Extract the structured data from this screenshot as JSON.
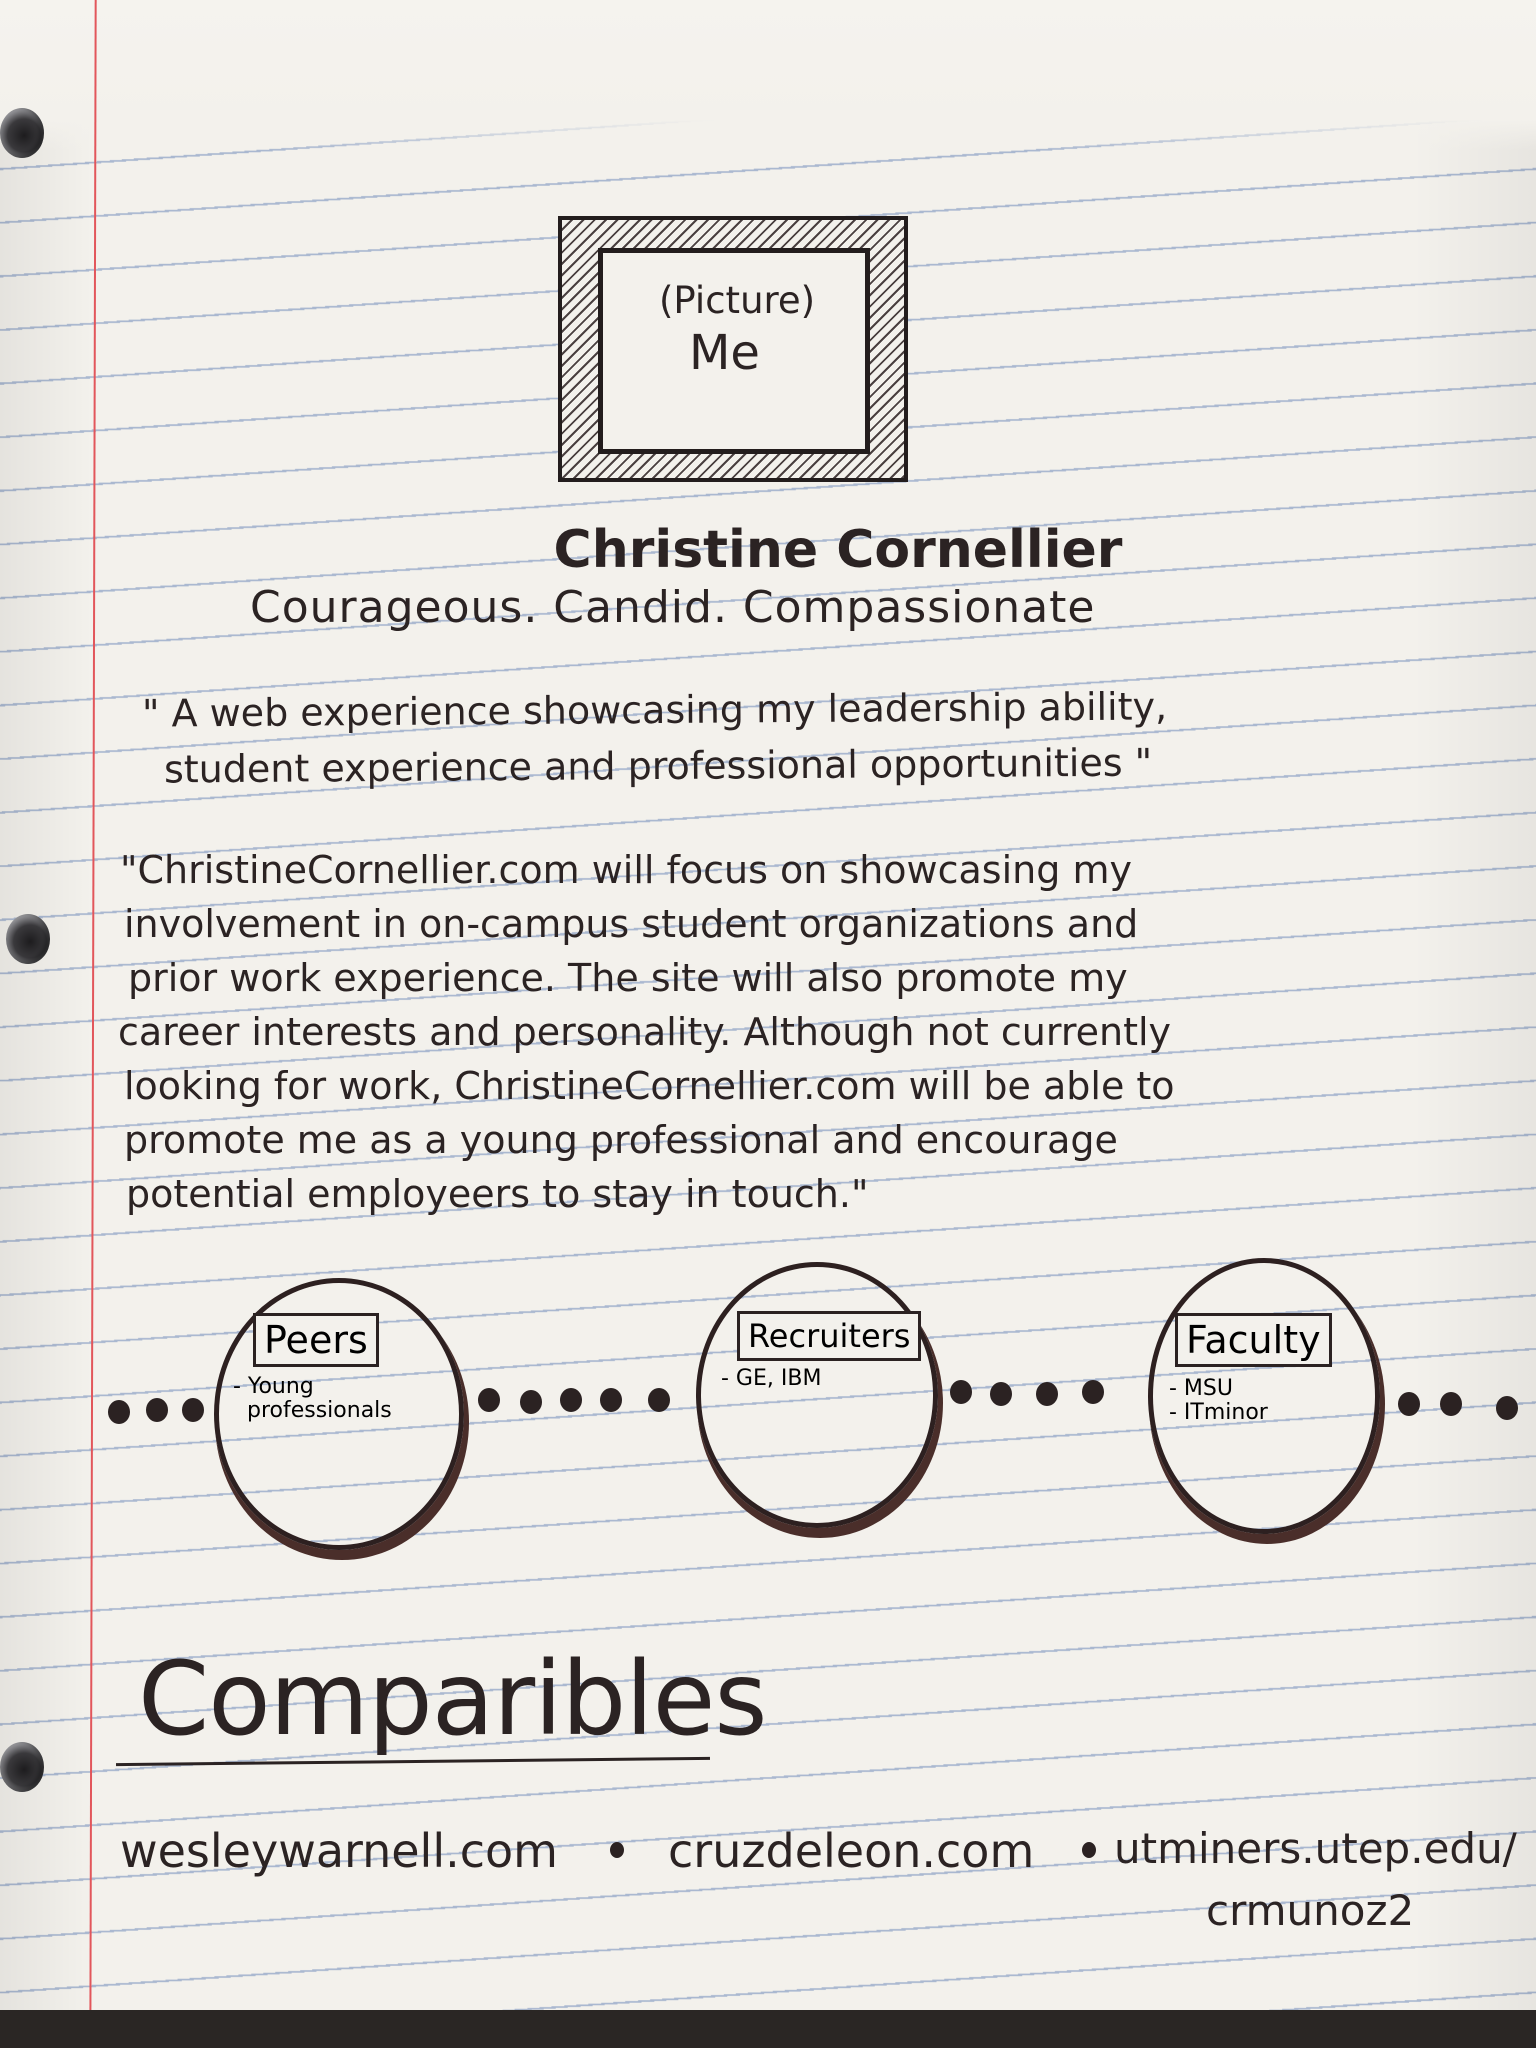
{
  "photo": {
    "caption": "(Picture)",
    "label": "Me"
  },
  "profile": {
    "name": "Christine Cornellier",
    "tagline": "Courageous. Candid. Compassionate"
  },
  "mission": {
    "lines": [
      "\" A web experience showcasing my leadership ability,",
      "student experience and professional opportunities \""
    ]
  },
  "description": {
    "lines": [
      "\"ChristineCornellier.com will focus on showcasing my",
      "involvement in on-campus student organizations and",
      "prior work experience. The site will also promote my",
      "career interests and personality. Although not currently",
      "looking for work, ChristineCornellier.com will be able to",
      "promote me as a young professional and encourage",
      "potential employeers to stay in touch.\""
    ]
  },
  "audiences": [
    {
      "label": "Peers",
      "note": "- Young\n  professionals"
    },
    {
      "label": "Recruiters",
      "note": "- GE, IBM"
    },
    {
      "label": "Faculty",
      "note": "- MSU\n- ITminor"
    }
  ],
  "comparables": {
    "title": "Comparibles",
    "sites": [
      "wesleywarnell.com",
      "cruzdeleon.com",
      "utminers.utep.edu/",
      "crmunoz2"
    ]
  },
  "colors": {
    "paper": "#f3f1ec",
    "rule_lines": "#aab8d0",
    "margin_line": "#e2565b",
    "ink": "#2b2323",
    "marker_shadow": "#4a2e2a"
  }
}
